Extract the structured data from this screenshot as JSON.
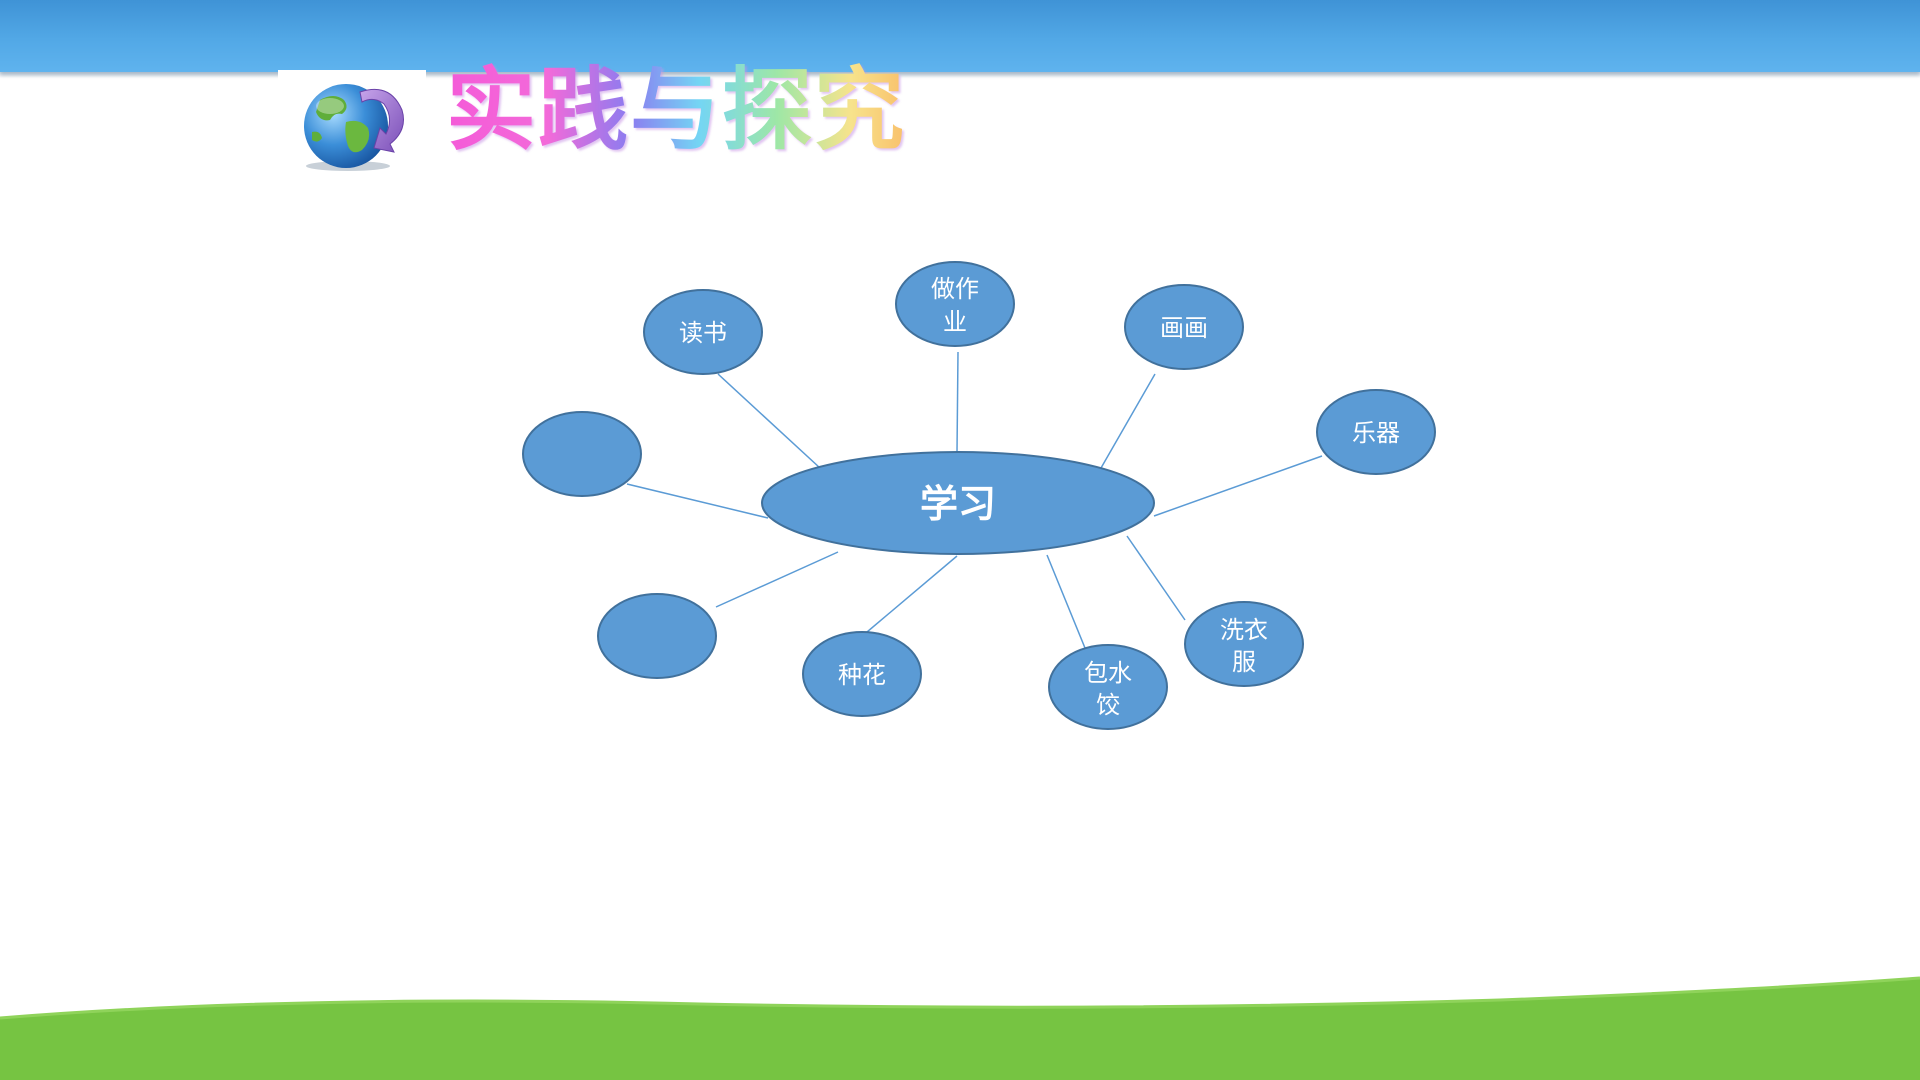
{
  "title": "实践与探究",
  "diagram": {
    "center": "学习",
    "nodes": [
      {
        "id": "read",
        "lines": [
          "读书"
        ]
      },
      {
        "id": "homework",
        "lines": [
          "做作",
          "业"
        ]
      },
      {
        "id": "draw",
        "lines": [
          "画画"
        ]
      },
      {
        "id": "instrument",
        "lines": [
          "乐器"
        ]
      },
      {
        "id": "laundry",
        "lines": [
          "洗衣",
          "服"
        ]
      },
      {
        "id": "dumplings",
        "lines": [
          "包水",
          "饺"
        ]
      },
      {
        "id": "flowers",
        "lines": [
          "种花"
        ]
      },
      {
        "id": "blank-lower",
        "lines": []
      },
      {
        "id": "blank-left",
        "lines": []
      }
    ]
  },
  "colors": {
    "node_fill": "#5b9bd5",
    "node_stroke": "#41719c",
    "connector": "#5b9bd5",
    "header_bar": "#4a9fe0",
    "ground": "#76c442"
  }
}
